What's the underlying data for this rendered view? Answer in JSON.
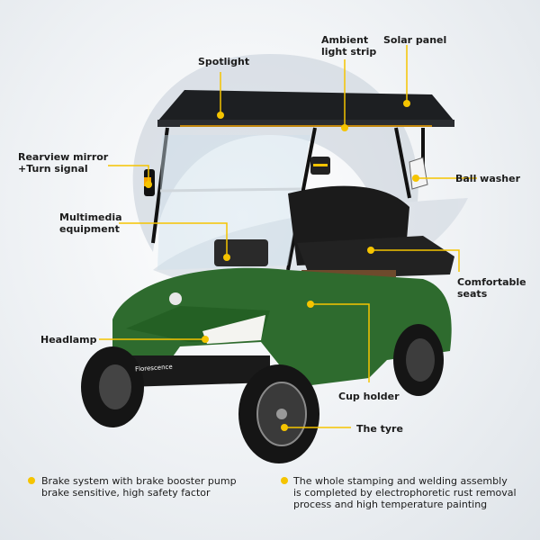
{
  "accent": "#f5c400",
  "cart_color": "#2e6b2e",
  "brand_on_cart": "Florescence",
  "callouts": {
    "spotlight": "Spotlight",
    "ambient": "Ambient\nlight strip",
    "solar": "Solar panel",
    "mirror": "Rearview mirror\n+Turn signal",
    "ball_washer": "Ball washer",
    "multimedia": "Multimedia\nequipment",
    "seats": "Comfortable\nseats",
    "headlamp": "Headlamp",
    "cup_holder": "Cup holder",
    "tyre": "The tyre"
  },
  "features": [
    {
      "text": "Brake system with brake booster pump\nbrake sensitive, high safety factor"
    },
    {
      "text": "The whole stamping and welding assembly\nis completed by electrophoretic rust removal\nprocess and high temperature painting"
    }
  ]
}
